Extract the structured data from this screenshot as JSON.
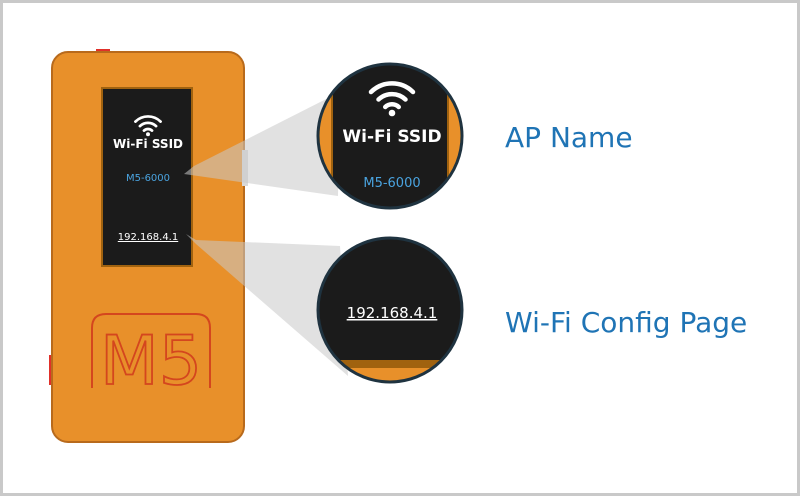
{
  "device": {
    "ssid_heading": "Wi-Fi SSID",
    "ssid_value": "M5-6000",
    "ip_address": "192.168.4.1",
    "logo_text": "M5"
  },
  "callouts": {
    "ap_name_label": "AP Name",
    "config_page_label": "Wi-Fi Config Page"
  },
  "colors": {
    "case": "#e8902a",
    "case_edge": "#b86a1c",
    "screen": "#1b1b1b",
    "ssid_text": "#4aa3df",
    "label_text": "#1f74b5",
    "accent_red": "#e0302a"
  },
  "icons": [
    "wifi-icon"
  ]
}
